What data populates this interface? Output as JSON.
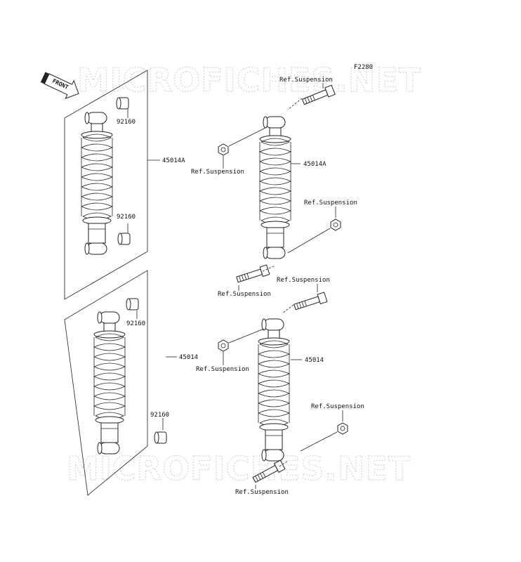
{
  "diagram": {
    "figure_code": "F2280",
    "watermark": "MICROFICHES.NET",
    "front_label": "FRONT",
    "labels": {
      "part_45014A": "45014A",
      "part_45014": "45014",
      "part_92160": "92160",
      "ref_suspension": "Ref.Suspension"
    }
  }
}
